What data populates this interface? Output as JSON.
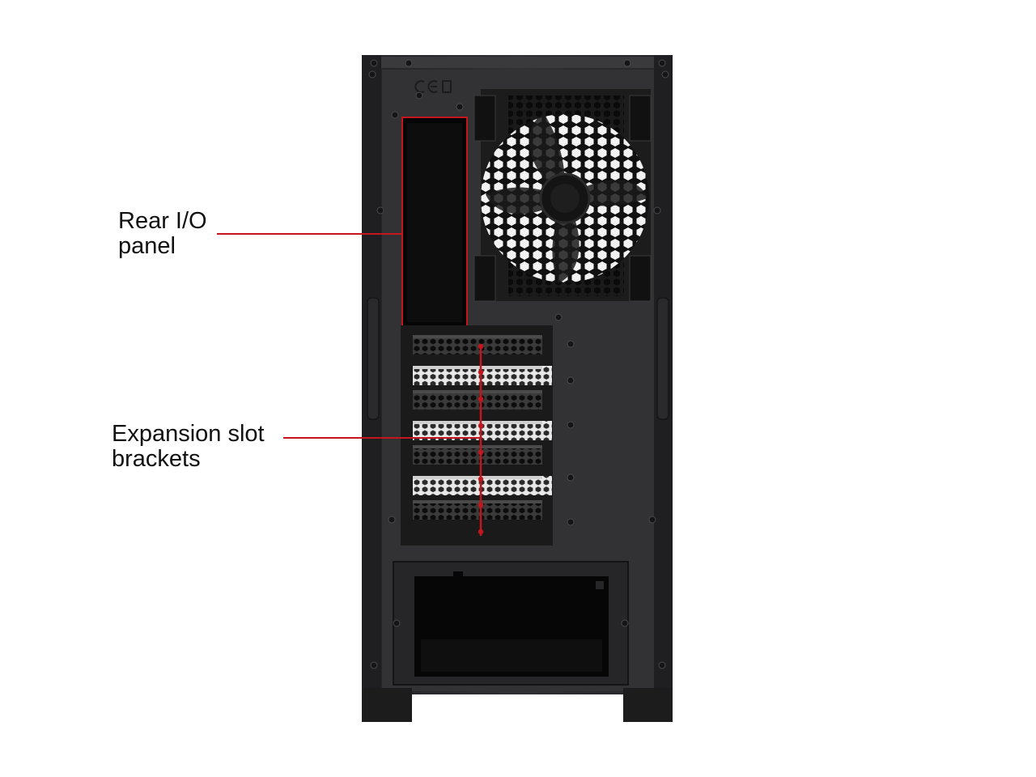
{
  "callouts": {
    "rear_io": {
      "line1": "Rear I/O",
      "line2": "panel"
    },
    "expansion_slots": {
      "line1": "Expansion slot",
      "line2": "brackets"
    }
  },
  "colors": {
    "callout_line": "#c4161c",
    "case_body": "#2b2b2d",
    "case_panel": "#333335",
    "bracket_light": "#e9e9e9",
    "background": "#ffffff"
  },
  "product": {
    "expansion_slot_count": 7,
    "fan_count": 1
  },
  "icons": [
    "screw-icon",
    "ce-mark-icon",
    "fan-hub-icon"
  ]
}
